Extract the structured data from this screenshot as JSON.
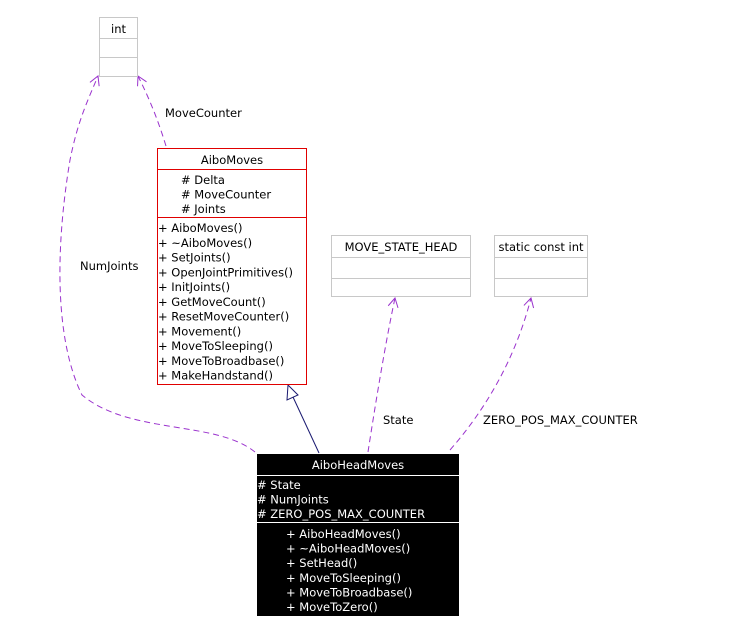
{
  "classes": {
    "int": {
      "title": "int",
      "attributes": [],
      "methods": []
    },
    "aibo_moves": {
      "title": "AiboMoves",
      "attributes": [
        "# Delta",
        "# MoveCounter",
        "# Joints"
      ],
      "methods": [
        "+ AiboMoves()",
        "+ ~AiboMoves()",
        "+ SetJoints()",
        "+ OpenJointPrimitives()",
        "+ InitJoints()",
        "+ GetMoveCount()",
        "+ ResetMoveCounter()",
        "+ Movement()",
        "+ MoveToSleeping()",
        "+ MoveToBroadbase()",
        "+ MakeHandstand()"
      ]
    },
    "move_state_head": {
      "title": "MOVE_STATE_HEAD",
      "attributes": [],
      "methods": []
    },
    "static_const_int": {
      "title": "static const int",
      "attributes": [],
      "methods": []
    },
    "aibo_head_moves": {
      "title": "AiboHeadMoves",
      "attributes": [
        "# State",
        "# NumJoints",
        "# ZERO_POS_MAX_COUNTER"
      ],
      "methods": [
        "+ AiboHeadMoves()",
        "+ ~AiboHeadMoves()",
        "+ SetHead()",
        "+ MoveToSleeping()",
        "+ MoveToBroadbase()",
        "+ MoveToZero()"
      ]
    }
  },
  "edge_labels": {
    "move_counter": "MoveCounter",
    "num_joints": "NumJoints",
    "state": "State",
    "zero_pos": "ZERO_POS_MAX_COUNTER"
  },
  "colors": {
    "box_border": "#c8c8c8",
    "highlight_border": "#e00000",
    "focus_fill": "#000000",
    "usage_edge": "#9a32cd",
    "inheritance_edge": "#191970"
  }
}
